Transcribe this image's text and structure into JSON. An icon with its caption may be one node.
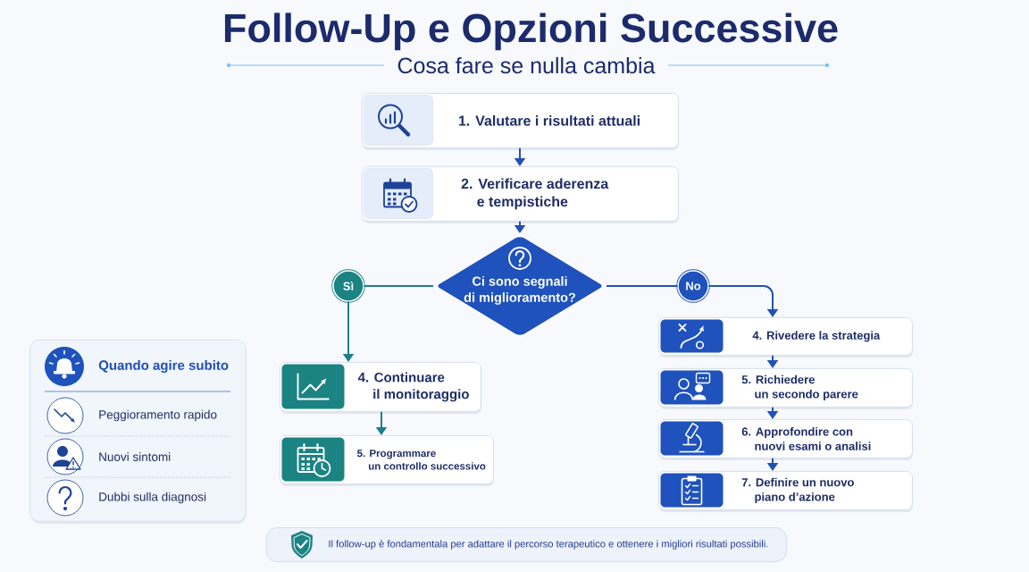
{
  "diagram": {
    "title": "Follow-Up e Opzioni Successive",
    "nodes": [
      {
        "text": [
          "1. Valutare i risultati attuali"
        ]
      },
      {
        "text": [
          "2. Verificare aderenza e tempistiche"
        ]
      },
      {
        "text": [
          "Ci sono segnali di miglioramento?"
        ]
      },
      {
        "text": [
          "Sì"
        ]
      },
      {
        "text": [
          "No"
        ]
      },
      {
        "text": [
          "4. Continuare il monitoraggio"
        ]
      },
      {
        "text": [
          "5. Programmare un controllo successivo"
        ]
      },
      {
        "text": [
          "4. Rivedere la strategia"
        ]
      },
      {
        "text": [
          "5. Richiedere un secondo parere"
        ]
      },
      {
        "text": [
          "6. Approfondire con nuovi esami o analisi"
        ]
      },
      {
        "text": [
          "7. Definire un nuovo piano d’azione"
        ]
      },
      {
        "text": [
          "Quando agire subito",
          "Peggioramento rapido",
          "Nuovi sintomi",
          "Dubbi sulla diagnosi"
        ]
      },
      {
        "text": [
          "Il follow-up è fondamentala per adattare il percorso terapeutico e ottenere i migliori risultati possibili."
        ]
      }
    ],
    "edges": [
      {
        "from": 0,
        "to": 1,
        "arrow": "to"
      },
      {
        "from": 1,
        "to": 2,
        "arrow": "to"
      },
      {
        "from": 2,
        "to": 3,
        "arrow": "none",
        "color": "#1f7f86"
      },
      {
        "from": 3,
        "to": 5,
        "arrow": "to",
        "color": "#1f7f86"
      },
      {
        "from": 2,
        "to": 4,
        "arrow": "none"
      },
      {
        "from": 4,
        "to": 7,
        "arrow": "to"
      },
      {
        "from": 5,
        "to": 6,
        "arrow": "to",
        "color": "#1f7f86"
      },
      {
        "from": 7,
        "to": 8,
        "arrow": "to"
      },
      {
        "from": 8,
        "to": 9,
        "arrow": "to"
      },
      {
        "from": 9,
        "to": 10,
        "arrow": "to"
      }
    ],
    "labels": [
      "Cosa fare se nulla cambia"
    ]
  }
}
